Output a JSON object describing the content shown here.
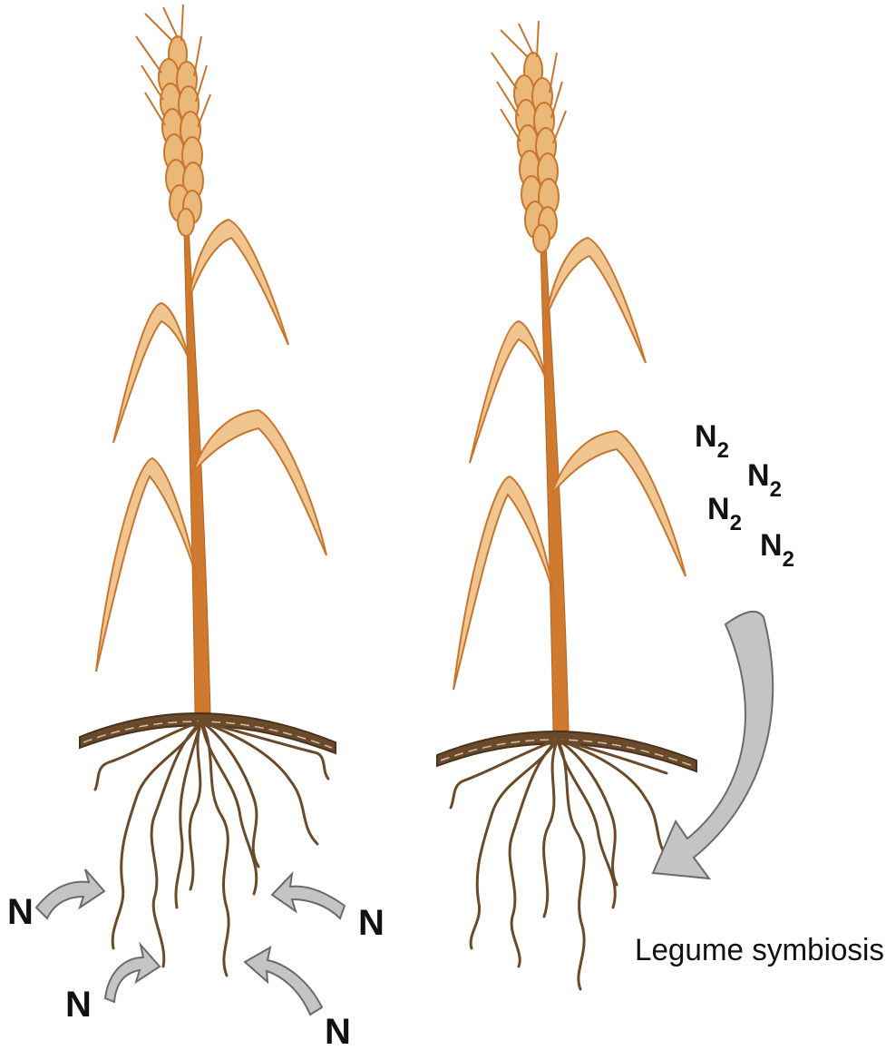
{
  "colors": {
    "leaf_fill": "#f0c58f",
    "leaf_stroke": "#c8762e",
    "stem": "#cf7a2f",
    "soil": "#6b4a2a",
    "root": "#6b4a2a",
    "arrow_fill": "#c4c4c4",
    "arrow_stroke": "#6a6a6a"
  },
  "left_plant": {
    "uptake_labels": [
      "N",
      "N",
      "N",
      "N"
    ]
  },
  "right_plant": {
    "n2_labels": [
      {
        "main": "N",
        "sub": "2"
      },
      {
        "main": "N",
        "sub": "2"
      },
      {
        "main": "N",
        "sub": "2"
      },
      {
        "main": "N",
        "sub": "2"
      }
    ],
    "caption": "Legume symbiosis"
  }
}
